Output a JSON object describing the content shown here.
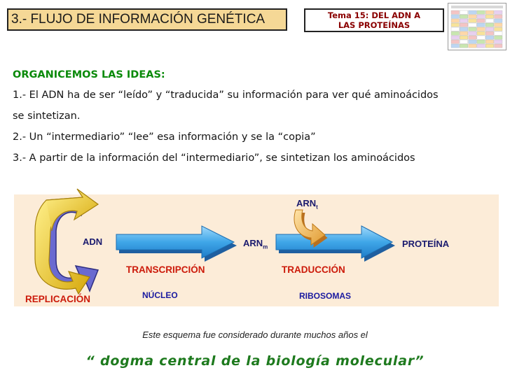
{
  "header": {
    "title": "3.- FLUJO DE INFORMACIÓN GENÉTICA",
    "topic_line1": "Tema 15: DEL ADN A",
    "topic_line2": "LAS PROTEÍNAS"
  },
  "content": {
    "heading": "ORGANICEMOS LAS IDEAS:",
    "lines": [
      "1.- El ADN ha de ser “leído” y “traducida” su información para ver qué aminoácidos",
      "se sintetizan.",
      "2.- Un “intermediario” “lee” esa información y se la “copia”",
      "3.- A partir de la información del “intermediario”, se sintetizan los aminoácidos"
    ]
  },
  "diagram": {
    "adn": "ADN",
    "arnm": "ARN",
    "arnm_sub": "m",
    "arnt": "ARN",
    "arnt_sub": "t",
    "proteina": "PROTEÍNA",
    "transcripcion": "TRANSCRIPCIÓN",
    "traduccion": "TRADUCCIÓN",
    "replicacion": "REPLICACIÓN",
    "nucleo": "NÚCLEO",
    "ribosomas": "RIBOSOMAS"
  },
  "footer": {
    "note": "Este esquema fue considerado durante muchos años el",
    "dogma": "“ dogma central de la biología molecular”"
  },
  "colors": {
    "title_bg": "#f5d896",
    "panel_bg": "#fcecd8",
    "arrow_blue": "#4fb3ec",
    "replication_arrow": "#e8c51c",
    "heading_green": "#0a8a0a",
    "label_red": "#cc1a0a",
    "label_navy": "#1a1a6e",
    "dogma_green": "#1e7a1e"
  }
}
